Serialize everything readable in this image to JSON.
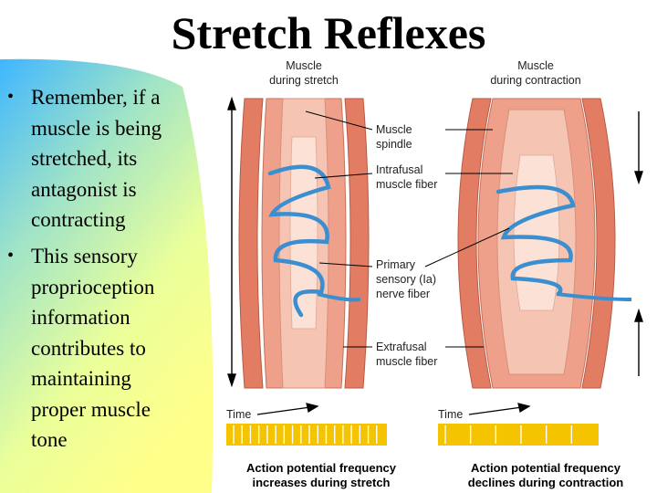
{
  "title": "Stretch Reflexes",
  "bullets": [
    {
      "lines": [
        "Remember, if a",
        "muscle is being",
        "stretched, its",
        "antagonist is",
        "contracting"
      ]
    },
    {
      "lines": [
        "This sensory",
        "proprioception",
        "information",
        "contributes to",
        "maintaining",
        "proper muscle",
        "tone"
      ]
    }
  ],
  "diagram": {
    "headers": {
      "left": [
        "Muscle",
        "during stretch"
      ],
      "right": [
        "Muscle",
        "during contraction"
      ]
    },
    "labels": {
      "muscle_spindle": [
        "Muscle",
        "spindle"
      ],
      "intrafusal": [
        "Intrafusal",
        "muscle fiber"
      ],
      "primary_sensory": [
        "Primary",
        "sensory (Ia)",
        "nerve fiber"
      ],
      "extrafusal": [
        "Extrafusal",
        "muscle fiber"
      ]
    },
    "time_label_left": "Time",
    "time_label_right": "Time",
    "caption_left": [
      "Action potential frequency",
      "increases during stretch"
    ],
    "caption_right": [
      "Action potential frequency",
      "declines during contraction"
    ],
    "spike_count_left": 18,
    "spike_count_right": 6
  },
  "colors": {
    "muscle": "#e27d64",
    "muscle_light": "#f6c4b2",
    "nerve": "#3a8fd0",
    "track": "#f5c400",
    "spike": "#ffffff"
  }
}
